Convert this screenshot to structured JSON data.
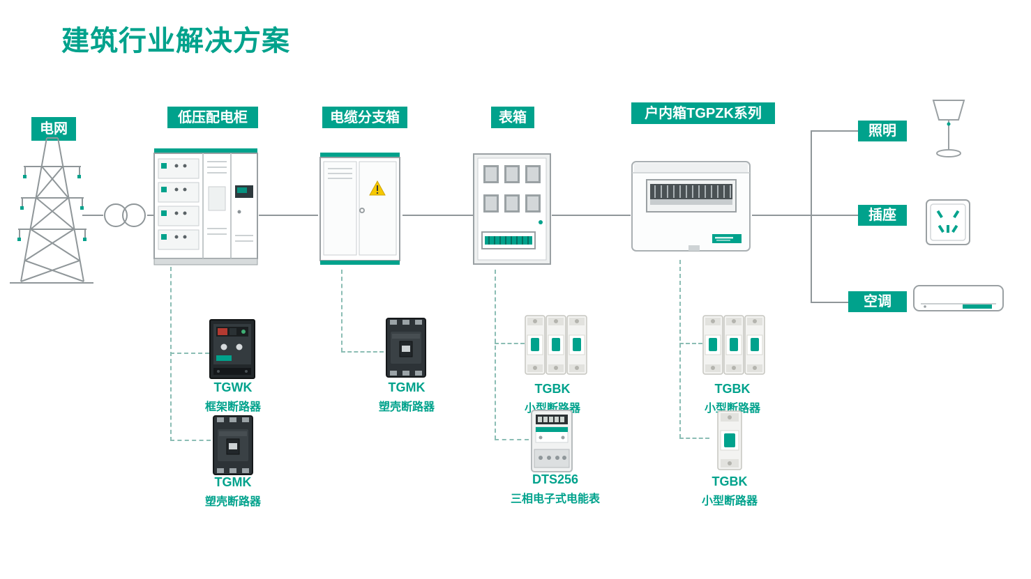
{
  "title": "建筑行业解决方案",
  "colors": {
    "accent": "#00A28C",
    "line_gray": "#8f9699",
    "dash_teal": "#8bbdb4",
    "warning_yellow": "#F6C800"
  },
  "nodes": {
    "grid": {
      "label": "电网",
      "icon": "transmission-tower-icon"
    },
    "cabinet": {
      "label": "低压配电柜",
      "icon": "lv-distribution-cabinet-icon"
    },
    "branch_box": {
      "label": "电缆分支箱",
      "icon": "cable-branch-box-icon"
    },
    "meter_box": {
      "label": "表箱",
      "icon": "meter-box-icon"
    },
    "indoor_box": {
      "label": "户内箱TGPZK系列",
      "icon": "indoor-distribution-box-icon"
    }
  },
  "loads": {
    "lighting": {
      "label": "照明",
      "icon": "desk-lamp-icon"
    },
    "socket": {
      "label": "插座",
      "icon": "wall-socket-icon"
    },
    "air_conditioner": {
      "label": "空调",
      "icon": "air-conditioner-icon"
    }
  },
  "products": {
    "p1": {
      "model": "TGWK",
      "name": "框架断路器"
    },
    "p2": {
      "model": "TGMK",
      "name": "塑壳断路器"
    },
    "p3": {
      "model": "TGMK",
      "name": "塑壳断路器"
    },
    "p4": {
      "model": "TGBK",
      "name": "小型断路器"
    },
    "p5": {
      "model": "DTS256",
      "name": "三相电子式电能表"
    },
    "p6": {
      "model": "TGBK",
      "name": "小型断路器"
    },
    "p7": {
      "model": "TGBK",
      "name": "小型断路器"
    }
  }
}
